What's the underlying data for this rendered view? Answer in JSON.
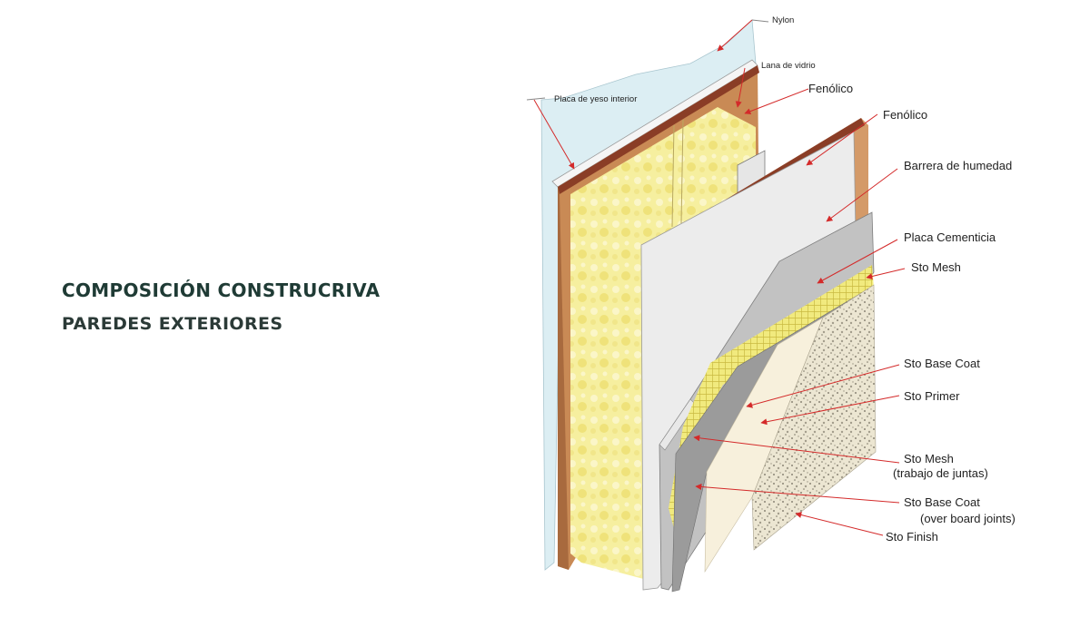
{
  "heading": {
    "title": "COMPOSICIÓN CONSTRUCRIVA",
    "subtitle": "PAREDES EXTERIORES"
  },
  "diagram": {
    "labels": {
      "nylon": "Nylon",
      "lana_de_vidrio": "Lana de vidrio",
      "placa_yeso_interior": "Placa de yeso interior",
      "fenolico_1": "Fenólico",
      "fenolico_2": "Fenólico",
      "barrera_humedad": "Barrera de humedad",
      "placa_cementicia": "Placa Cementicia",
      "sto_mesh": "Sto Mesh",
      "sto_base_coat": "Sto Base Coat",
      "sto_primer": "Sto Primer",
      "sto_mesh_joints_1": "Sto Mesh",
      "sto_mesh_joints_2": "(trabajo de juntas)",
      "sto_base_coat_joints_1": "Sto Base Coat",
      "sto_base_coat_joints_2": "(over board joints)",
      "sto_finish": "Sto Finish"
    },
    "colors": {
      "nylon": "#dceef3",
      "wood": "#c98a55",
      "wood_edge": "#8a3d26",
      "insulation": "#f4ec9a",
      "barrier": "#ececec",
      "cement_board": "#bdbdbd",
      "mesh": "#e2d84c",
      "base_coat": "#9b9b9b",
      "primer": "#f7f0dc",
      "finish": "#e8e2cf",
      "arrow": "#d42a2a",
      "title": "#1f3b35"
    }
  }
}
